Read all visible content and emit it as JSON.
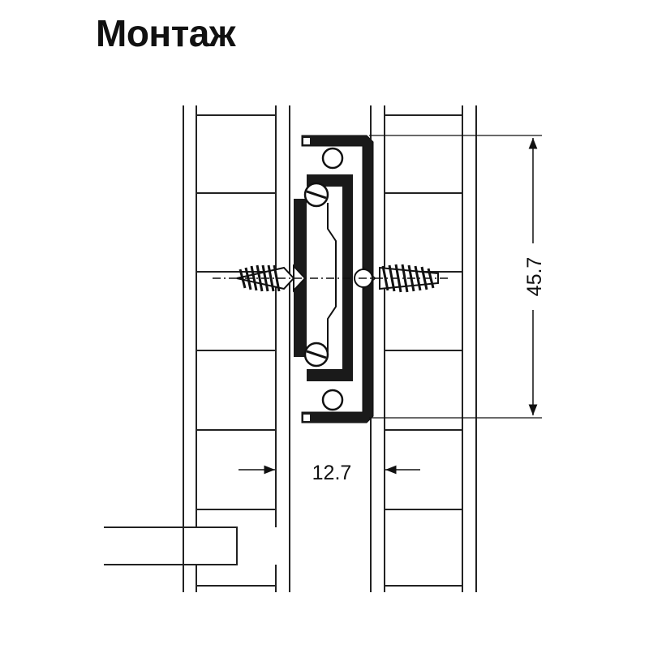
{
  "title": "Монтаж",
  "dimensions": {
    "height": "45.7",
    "width": "12.7"
  }
}
